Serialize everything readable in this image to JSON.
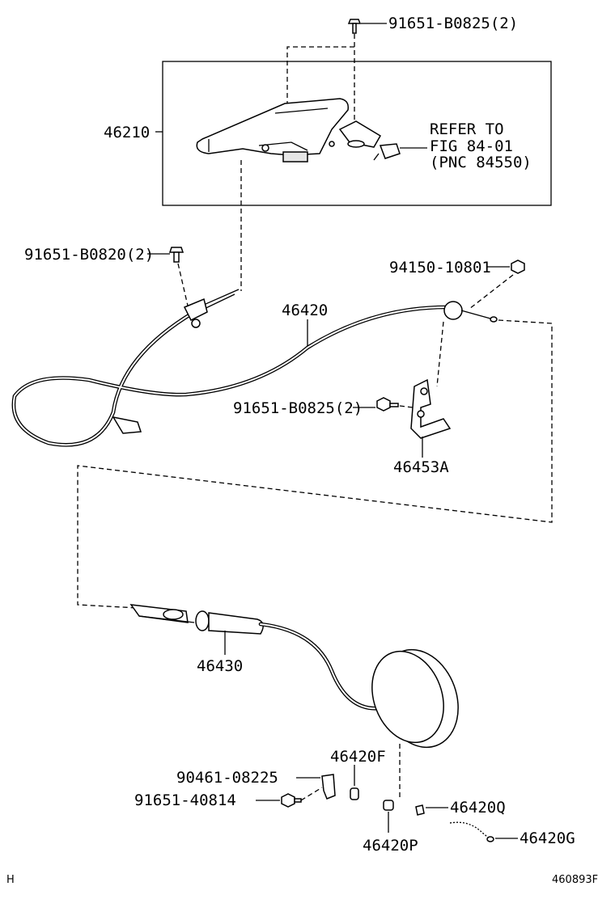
{
  "labels": {
    "bolt_top": "91651-B0825(2)",
    "lever": "46210",
    "refer_line1": "REFER TO",
    "refer_line2": "FIG 84-01",
    "refer_line3": "(PNC 84550)",
    "bolt_left": "91651-B0820(2)",
    "nut_right": "94150-10801",
    "front_cable": "46420",
    "bolt_mid": "91651-B0825(2)",
    "bracket": "46453A",
    "rear_cable": "46430",
    "part_46420F": "46420F",
    "clip": "90461-08225",
    "bolt_bottom": "91651-40814",
    "part_46420Q": "46420Q",
    "part_46420G": "46420G",
    "part_46420P": "46420P",
    "corner_left": "H",
    "corner_right": "460893F"
  }
}
